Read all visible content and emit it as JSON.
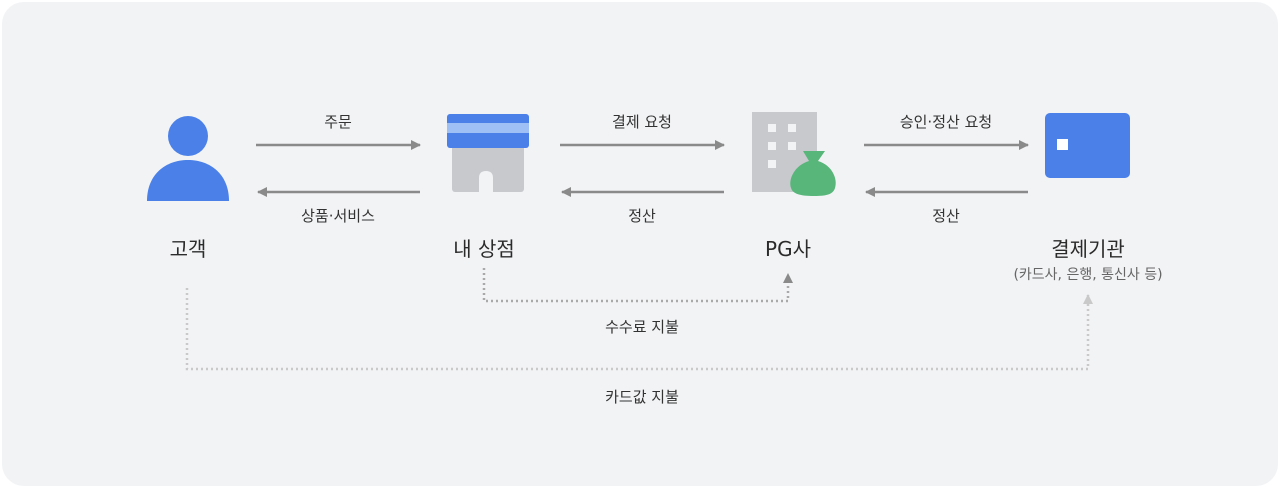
{
  "nodes": {
    "customer": {
      "label": "고객"
    },
    "store": {
      "label": "내 상점"
    },
    "pg": {
      "label": "PG사"
    },
    "institution": {
      "label": "결제기관",
      "sub": "(카드사, 은행, 통신사 등)"
    }
  },
  "arrows": {
    "order": "주문",
    "goods": "상품·서비스",
    "payment_request": "결제 요청",
    "settlement_pg_store": "정산",
    "approval_request": "승인·정산 요청",
    "settlement_inst_pg": "정산"
  },
  "fees": {
    "fee_payment": "수수료 지불",
    "card_payment": "카드값 지불"
  },
  "colors": {
    "background": "#f2f3f5",
    "primary_blue": "#4a80e8",
    "light_blue_stripe": "#9ec0f5",
    "gray_icon": "#c7c9cd",
    "green_bag": "#58b67a",
    "arrow_gray": "#8a8a8a",
    "dotted_gray": "#a9a9a9",
    "dotted_light": "#c9c9c9"
  },
  "icons": {
    "customer": "person-icon",
    "store": "store-icon",
    "pg": "building-moneybag-icon",
    "institution": "card-icon"
  }
}
